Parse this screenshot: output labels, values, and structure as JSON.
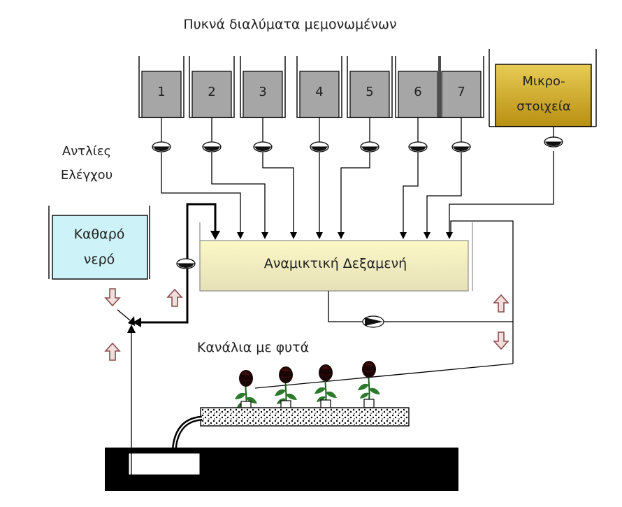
{
  "title": "Πυκνά διαλύματα μεμονωμένων",
  "tanks": [
    "1",
    "2",
    "3",
    "4",
    "5",
    "6",
    "7"
  ],
  "micro_tank": {
    "line1": "Μικρο-",
    "line2": "στοιχεία"
  },
  "pumps_label": {
    "line1": "Αντλίες",
    "line2": "Ελέγχου"
  },
  "clean_water": {
    "line1": "Καθαρό",
    "line2": "νερό"
  },
  "mixing_tank": "Αναμικτική Δεξαμενή",
  "channels_label": "Κανάλια με φυτά",
  "colors": {
    "tank_fill": "#a6a6a6",
    "micro_fill": "#c9a21c",
    "water_fill": "#cdf2f7",
    "mixing_fill_top": "#fbf8c6",
    "mixing_fill_bottom": "#e6e0b8",
    "arrow_outline": "#8b4e4e",
    "arrow_fill": "#f3dede",
    "ground": "#000000"
  }
}
